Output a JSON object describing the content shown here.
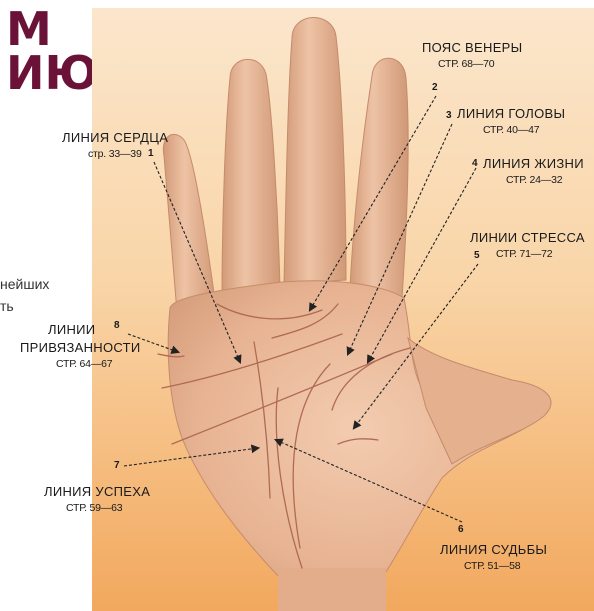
{
  "heading": {
    "line1": "М",
    "line2": "ИЮ"
  },
  "intro_text": {
    "line1": "нейших",
    "line2": "ть"
  },
  "labels": [
    {
      "num": "1",
      "name": "ЛИНИЯ СЕРДЦА",
      "pages": "стр. 33—39"
    },
    {
      "num": "2",
      "name": "ПОЯС ВЕНЕРЫ",
      "pages": "СТР. 68—70"
    },
    {
      "num": "3",
      "name": "ЛИНИЯ ГОЛОВЫ",
      "pages": "СТР. 40—47"
    },
    {
      "num": "4",
      "name": "ЛИНИЯ ЖИЗНИ",
      "pages": "СТР. 24—32"
    },
    {
      "num": "5",
      "name": "ЛИНИИ СТРЕССА",
      "pages": "СТР. 71—72"
    },
    {
      "num": "6",
      "name": "ЛИНИЯ СУДЬБЫ",
      "pages": "СТР. 51—58"
    },
    {
      "num": "7",
      "name": "ЛИНИЯ УСПЕХА",
      "pages": "СТР. 59—63"
    },
    {
      "num": "8",
      "name_line1": "ЛИНИИ",
      "name_line2": "ПРИВЯЗАННОСТИ",
      "pages": "СТР. 64—67"
    }
  ],
  "colors": {
    "heading": "#6b1239",
    "arrow": "#222222",
    "palm_line": "#b06a55"
  }
}
